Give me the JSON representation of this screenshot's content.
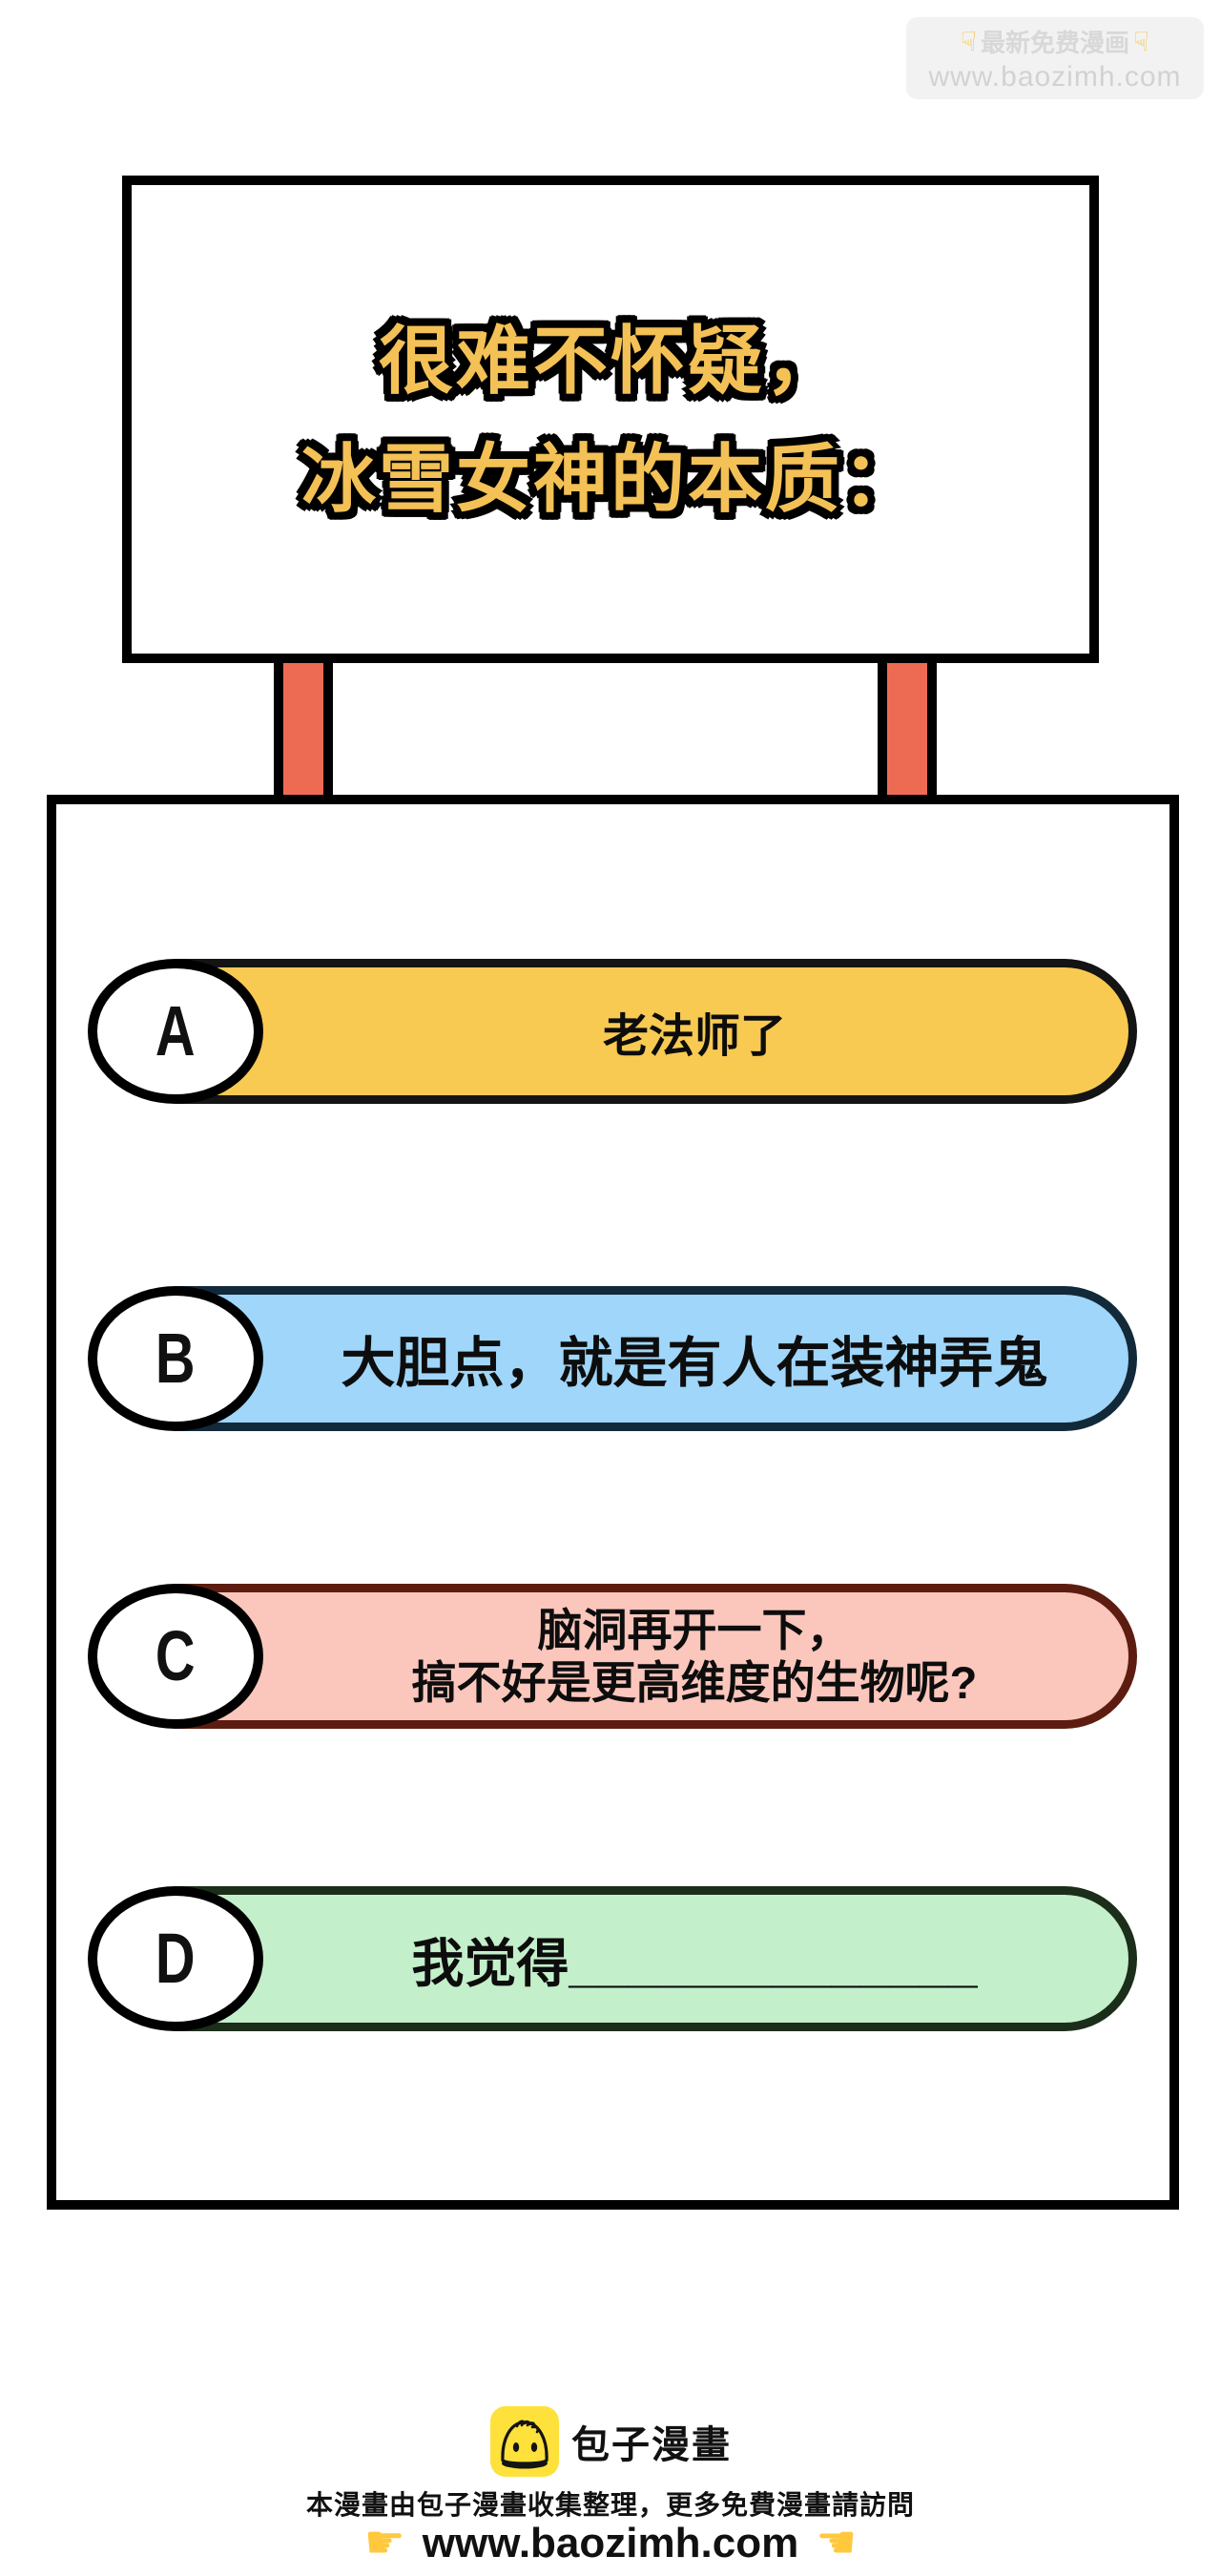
{
  "watermark": {
    "hand_down": "☟",
    "title": "最新免费漫画",
    "url": "www.baozimh.com"
  },
  "sign": {
    "title_lines": [
      "很难不怀疑，",
      "冰雪女神的本质："
    ],
    "title_color": "#f3c155",
    "post_color": "#ee6b53"
  },
  "quiz": {
    "options": [
      {
        "letter": "A",
        "lines": [
          "老法师了"
        ],
        "fill": "#f8ca52",
        "border": "#141414"
      },
      {
        "letter": "B",
        "lines": [
          "大胆点，就是有人在装神弄鬼"
        ],
        "fill": "#9fd6fa",
        "border": "#12293a"
      },
      {
        "letter": "C",
        "lines": [
          "脑洞再开一下，",
          "搞不好是更高维度的生物呢?"
        ],
        "fill": "#fbc6bc",
        "border": "#5c1d10"
      },
      {
        "letter": "D",
        "lines": [
          "我觉得______________"
        ],
        "fill": "#c4efcb",
        "border": "#1b2e1a"
      }
    ]
  },
  "footer": {
    "brand": "包子漫畫",
    "credit": "本漫畫由包子漫畫收集整理，更多免費漫畫請訪問",
    "hand_right": "☛",
    "hand_left": "☚",
    "url": "www.baozimh.com",
    "logo_color": "#ffe13c"
  }
}
